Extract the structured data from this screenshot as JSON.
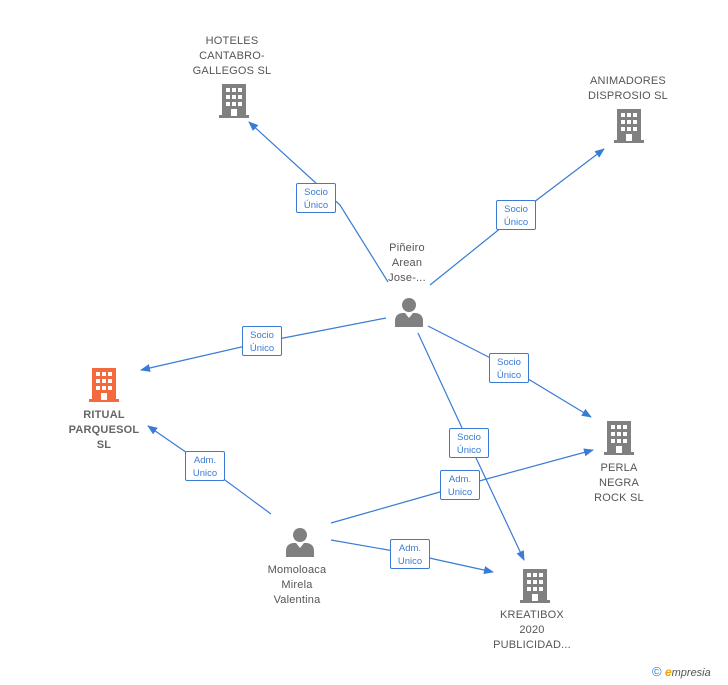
{
  "colors": {
    "edge": "#3a7bd5",
    "company": "#808080",
    "focus_company": "#f26a3d",
    "person": "#808080"
  },
  "nodes": {
    "hoteles": {
      "label": "HOTELES\nCANTABRO-\nGALLEGOS  SL",
      "type": "company"
    },
    "animadores": {
      "label": "ANIMADORES\nDISPROSIO  SL",
      "type": "company"
    },
    "pineiro": {
      "label": "Piñeiro\nArean\nJose-...",
      "type": "person"
    },
    "ritual": {
      "label": "RITUAL\nPARQUESOL\nSL",
      "type": "focus-company"
    },
    "perla": {
      "label": "PERLA\nNEGRA\nROCK  SL",
      "type": "company"
    },
    "momoloaca": {
      "label": "Momoloaca\nMirela\nValentina",
      "type": "person"
    },
    "kreatibox": {
      "label": "KREATIBOX\n2020\nPUBLICIDAD...",
      "type": "company"
    }
  },
  "edges": [
    {
      "from": "pineiro",
      "to": "hoteles",
      "label": "Socio\nÚnico"
    },
    {
      "from": "pineiro",
      "to": "animadores",
      "label": "Socio\nÚnico"
    },
    {
      "from": "pineiro",
      "to": "ritual",
      "label": "Socio\nÚnico"
    },
    {
      "from": "pineiro",
      "to": "perla",
      "label": "Socio\nÚnico"
    },
    {
      "from": "pineiro",
      "to": "kreatibox",
      "label": "Socio\nÚnico"
    },
    {
      "from": "momoloaca",
      "to": "ritual",
      "label": "Adm.\nUnico"
    },
    {
      "from": "momoloaca",
      "to": "perla",
      "label": "Adm.\nUnico"
    },
    {
      "from": "momoloaca",
      "to": "kreatibox",
      "label": "Adm.\nUnico"
    }
  ],
  "footer": {
    "copyright": "©",
    "brand_initial": "e",
    "brand_rest": "mpresia"
  }
}
